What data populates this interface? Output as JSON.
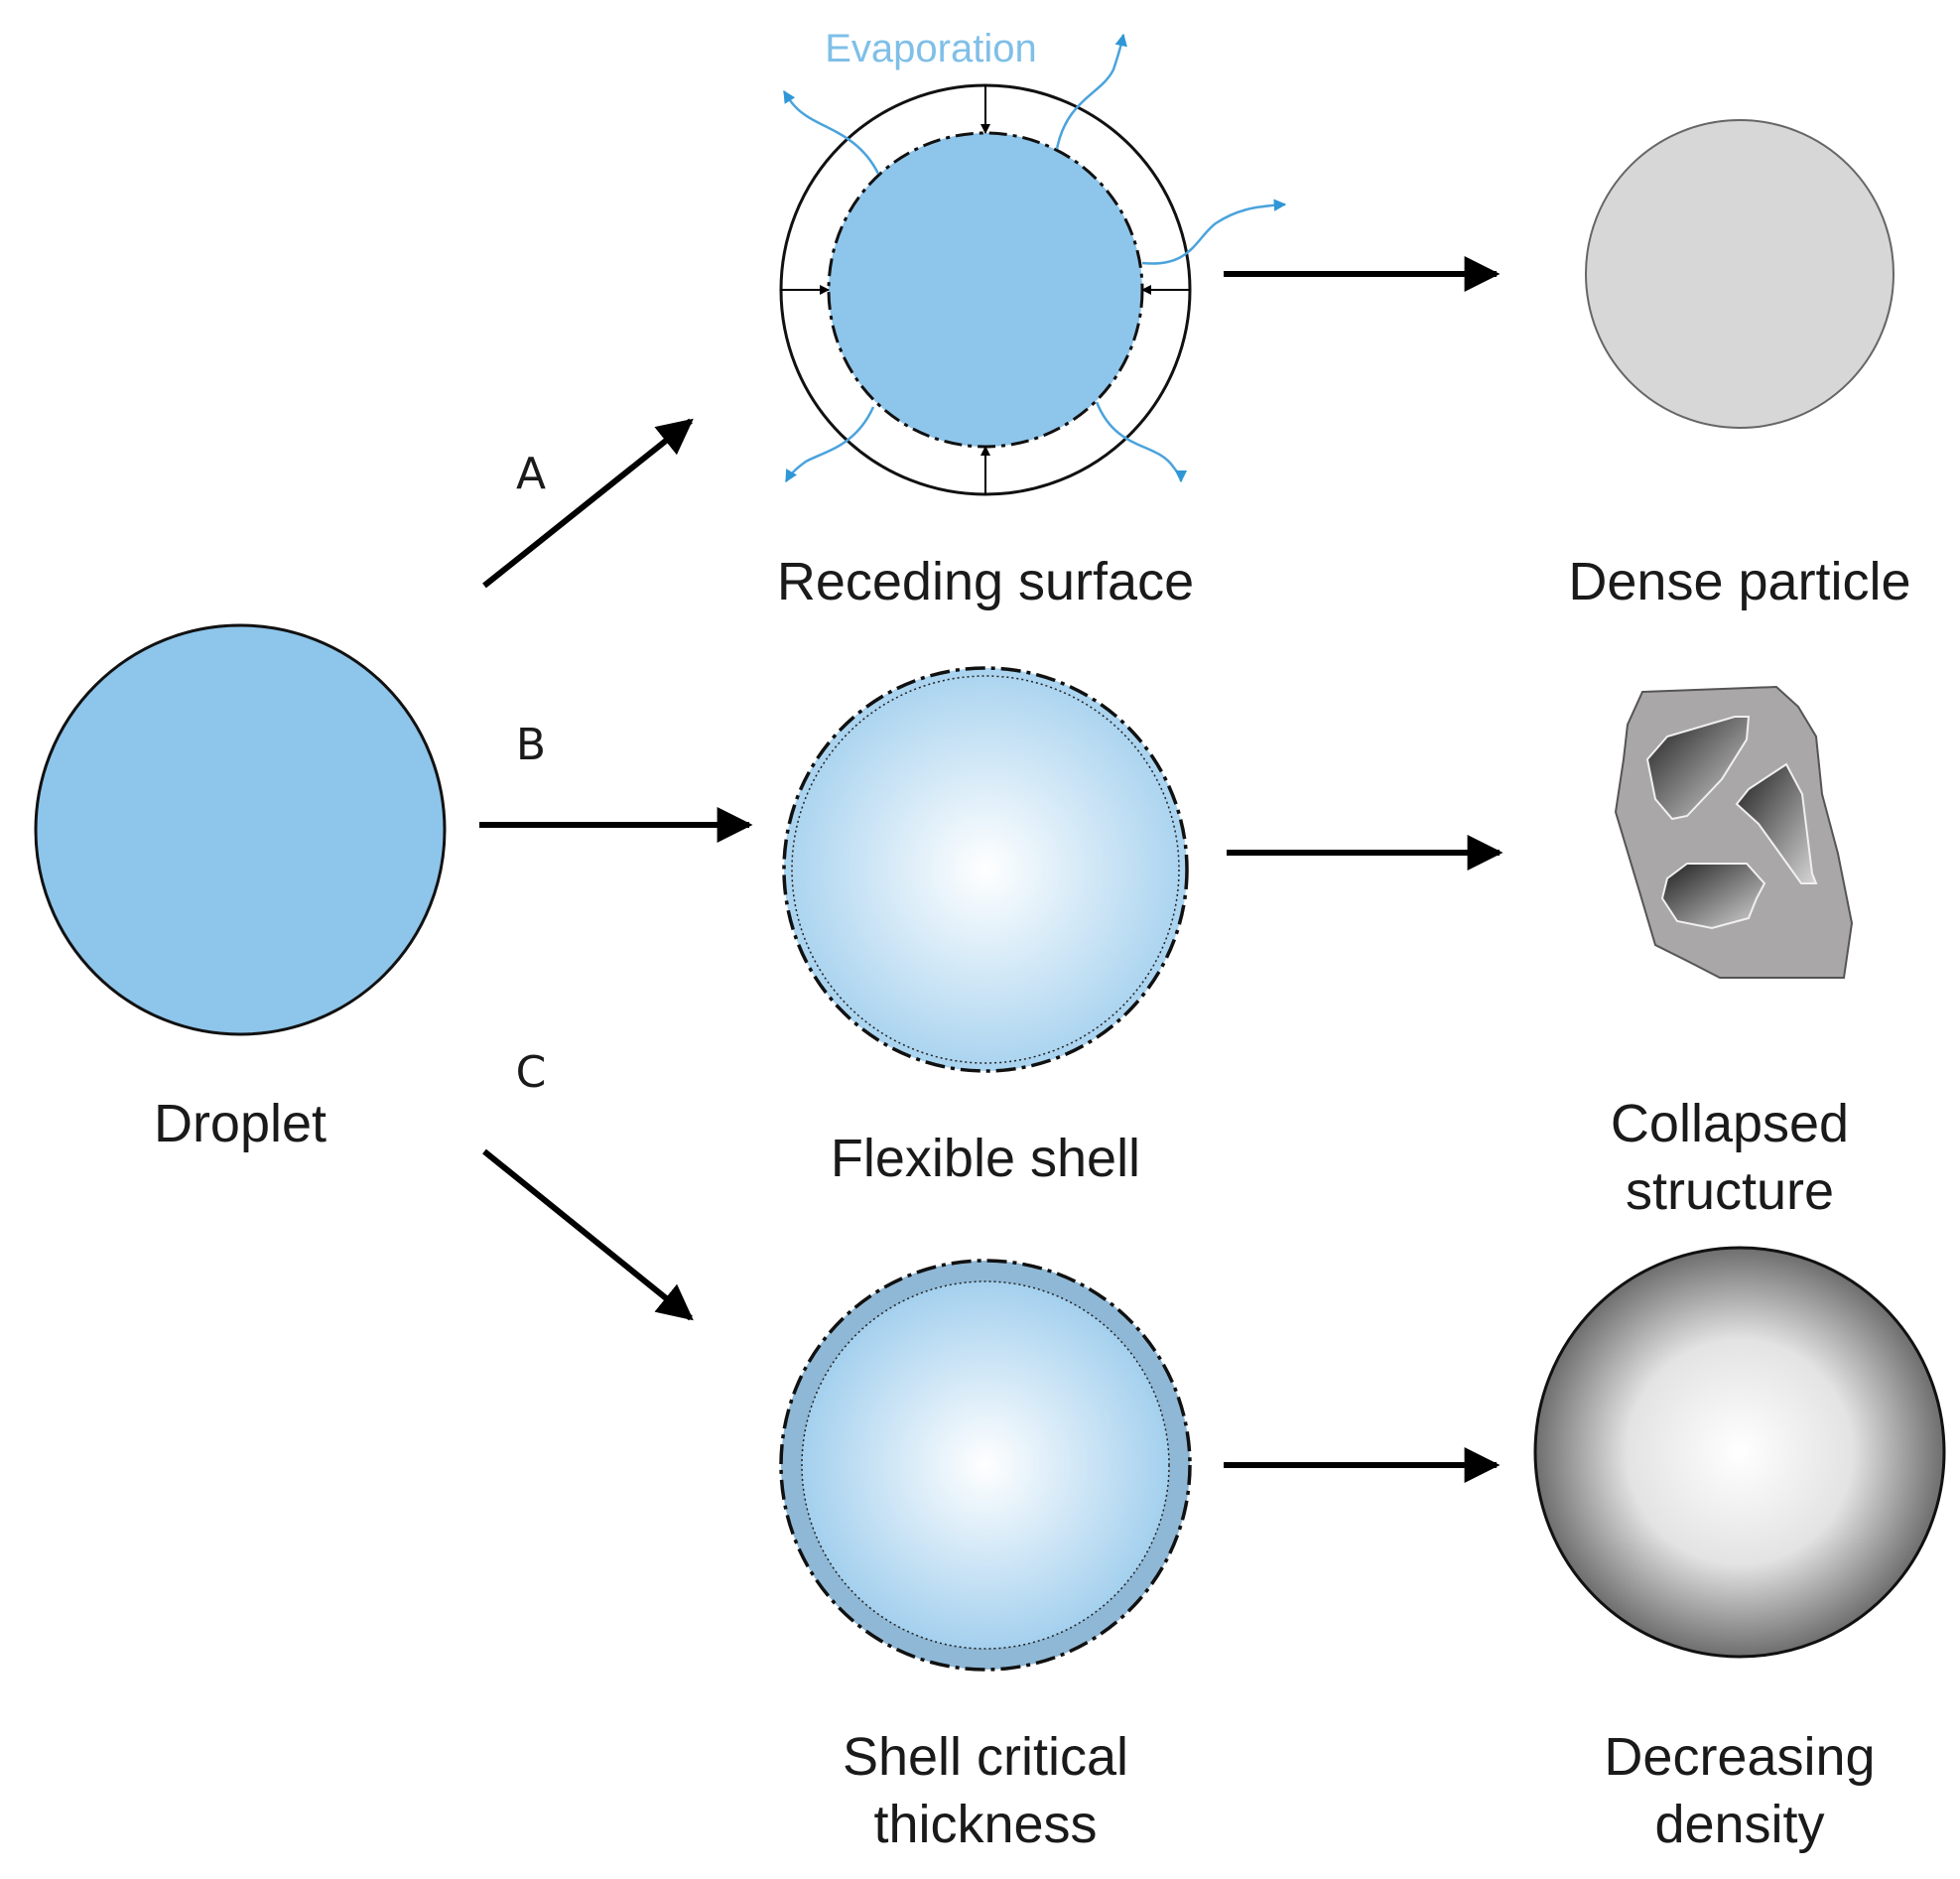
{
  "colors": {
    "droplet_blue": "#8ec5ea",
    "evaporation_blue": "#4aa3dc",
    "evaporation_text": "#7fbfe8",
    "dense_gray": "#d8d7d8",
    "collapsed_gray": "#a9a7a7",
    "outline": "#111111"
  },
  "labels": {
    "droplet": "Droplet",
    "evaporation": "Evaporation",
    "receding": "Receding surface",
    "dense": "Dense particle",
    "flexible": "Flexible shell",
    "collapsed_1": "Collapsed",
    "collapsed_2": "structure",
    "critical_1": "Shell critical",
    "critical_2": "thickness",
    "decreasing_1": "Decreasing",
    "decreasing_2": "density"
  },
  "paths": {
    "a": "A",
    "b": "B",
    "c": "C"
  }
}
